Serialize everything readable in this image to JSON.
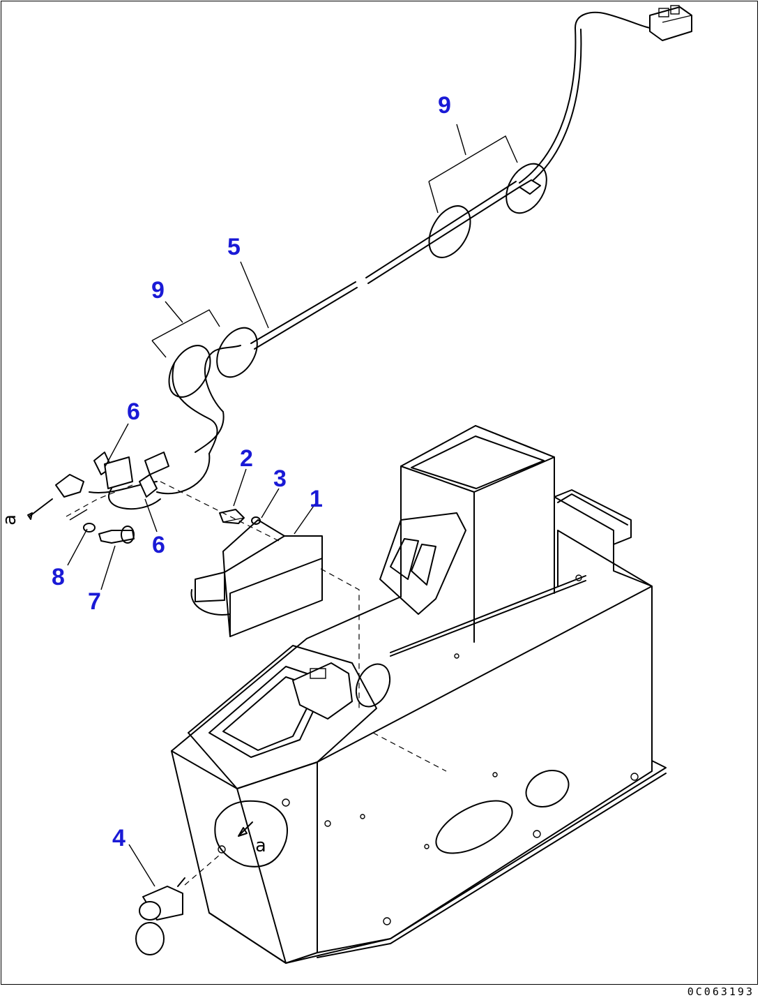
{
  "diagram": {
    "callouts": [
      {
        "id": "c1",
        "label": "1"
      },
      {
        "id": "c2",
        "label": "2"
      },
      {
        "id": "c3",
        "label": "3"
      },
      {
        "id": "c4",
        "label": "4"
      },
      {
        "id": "c5",
        "label": "5"
      },
      {
        "id": "c6a",
        "label": "6"
      },
      {
        "id": "c6b",
        "label": "6"
      },
      {
        "id": "c7",
        "label": "7"
      },
      {
        "id": "c8",
        "label": "8"
      },
      {
        "id": "c9a",
        "label": "9"
      },
      {
        "id": "c9b",
        "label": "9"
      }
    ],
    "view_markers": [
      {
        "id": "a1",
        "label": "a"
      },
      {
        "id": "a2",
        "label": "a"
      }
    ],
    "drawing_id": "0C063193",
    "colors": {
      "callout": "#1a1ad6",
      "line": "#000000",
      "background": "#ffffff"
    }
  }
}
